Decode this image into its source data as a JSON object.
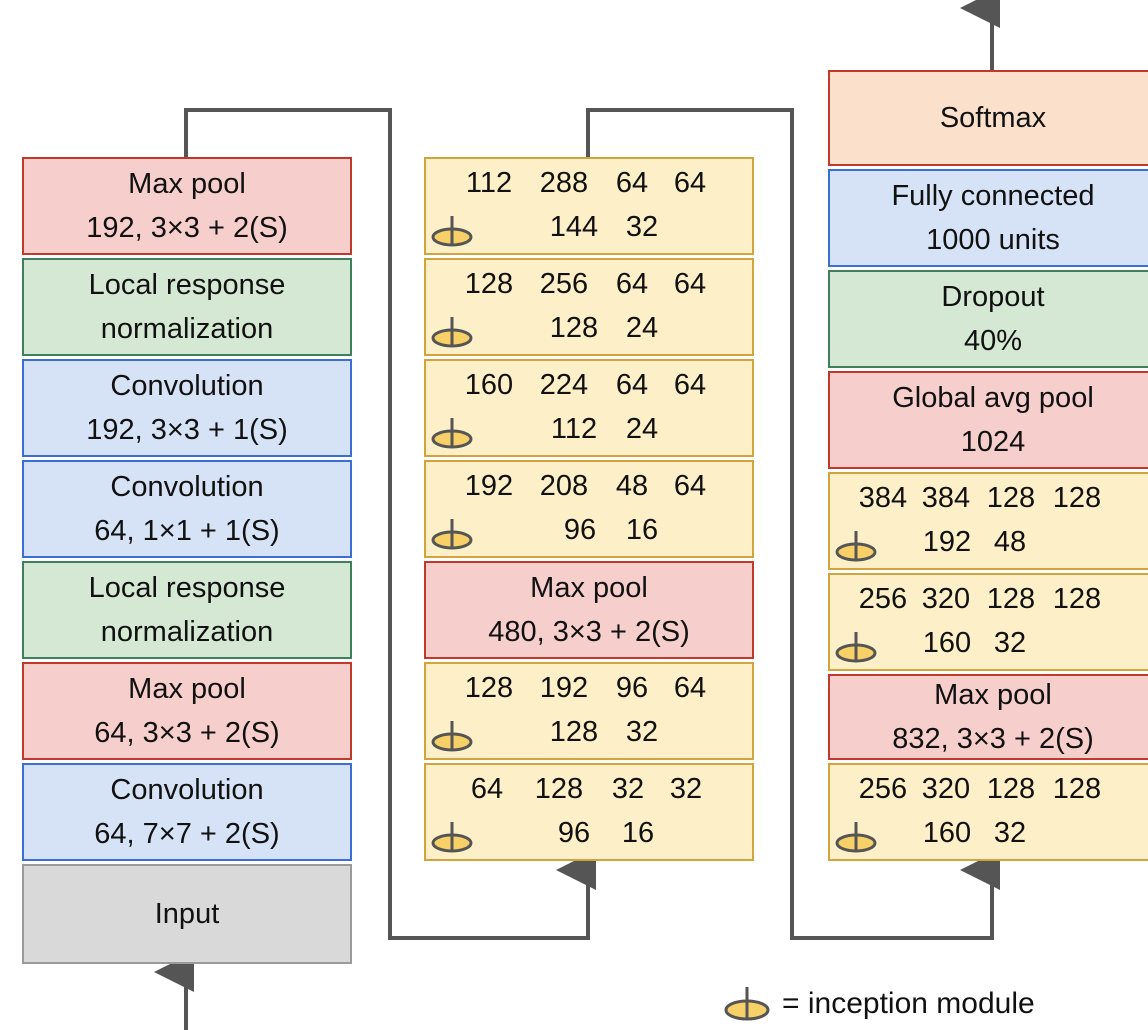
{
  "column1": [
    {
      "line1": "Max pool",
      "line2": "192, 3×3 + 2(S)",
      "color": "#f6cfcc"
    },
    {
      "line1": "Local response",
      "line2": "normalization",
      "color": "#d5e8d4"
    },
    {
      "line1": "Convolution",
      "line2": "192, 3×3 + 1(S)",
      "color": "#d6e3f6"
    },
    {
      "line1": "Convolution",
      "line2": "64, 1×1 + 1(S)",
      "color": "#d6e3f6"
    },
    {
      "line1": "Local response",
      "line2": "normalization",
      "color": "#d5e8d4"
    },
    {
      "line1": "Max pool",
      "line2": "64, 3×3 + 2(S)",
      "color": "#f6cfcc"
    },
    {
      "line1": "Convolution",
      "line2": "64, 7×7 + 2(S)",
      "color": "#d6e3f6"
    },
    {
      "line1": "Input",
      "color": "#d9d9d9"
    }
  ],
  "column2": [
    {
      "type": "inception",
      "top": [
        "112",
        "288",
        "64",
        "64"
      ],
      "bottom": [
        "144",
        "32"
      ]
    },
    {
      "type": "inception",
      "top": [
        "128",
        "256",
        "64",
        "64"
      ],
      "bottom": [
        "128",
        "24"
      ]
    },
    {
      "type": "inception",
      "top": [
        "160",
        "224",
        "64",
        "64"
      ],
      "bottom": [
        "112",
        "24"
      ]
    },
    {
      "type": "inception",
      "top": [
        "192",
        "208",
        "48",
        "64"
      ],
      "bottom": [
        "96",
        "16"
      ]
    },
    {
      "type": "layer",
      "line1": "Max pool",
      "line2": "480, 3×3 + 2(S)"
    },
    {
      "type": "inception",
      "top": [
        "128",
        "192",
        "96",
        "64"
      ],
      "bottom": [
        "128",
        "32"
      ]
    },
    {
      "type": "inception",
      "top": [
        "64",
        "128",
        "32",
        "32"
      ],
      "bottom": [
        "96",
        "16"
      ]
    }
  ],
  "column3": [
    {
      "type": "layer",
      "line1": "Softmax"
    },
    {
      "type": "layer",
      "line1": "Fully connected",
      "line2": "1000 units"
    },
    {
      "type": "layer",
      "line1": "Dropout",
      "line2": "40%"
    },
    {
      "type": "layer",
      "line1": "Global avg pool",
      "line2": "1024"
    },
    {
      "type": "inception",
      "top": [
        "384",
        "384",
        "128",
        "128"
      ],
      "bottom": [
        "192",
        "48"
      ]
    },
    {
      "type": "inception",
      "top": [
        "256",
        "320",
        "128",
        "128"
      ],
      "bottom": [
        "160",
        "32"
      ]
    },
    {
      "type": "layer",
      "line1": "Max pool",
      "line2": "832, 3×3 + 2(S)"
    },
    {
      "type": "inception",
      "top": [
        "256",
        "320",
        "128",
        "128"
      ],
      "bottom": [
        "160",
        "32"
      ]
    }
  ],
  "legend": {
    "icon": "inception-module-icon",
    "text": "= inception module"
  }
}
